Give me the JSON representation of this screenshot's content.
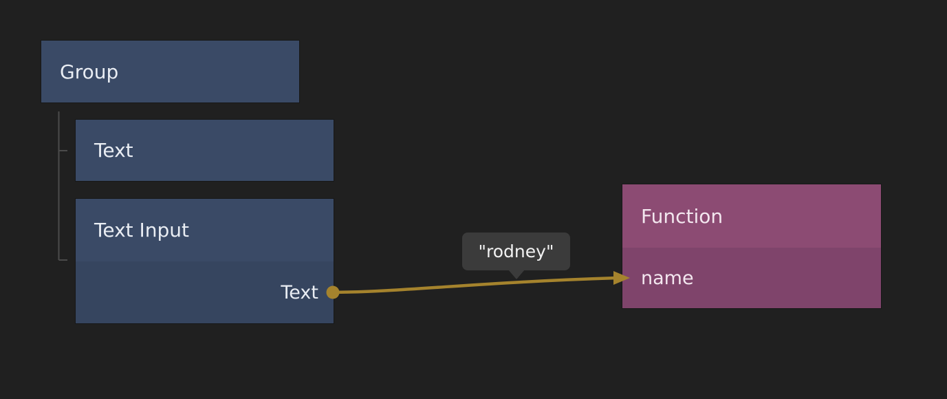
{
  "colors": {
    "background": "#202020",
    "node_blue_header": "#3a4a66",
    "node_blue_body": "#36455f",
    "node_purple_header": "#8c4b73",
    "node_purple_body": "#7f446b",
    "wire": "#a5832d",
    "tree_line": "#4b4b4b",
    "tooltip_bg": "#3b3b3b",
    "node_text": "#e9edf3",
    "purple_text": "#f3e7ef"
  },
  "nodes": {
    "group": {
      "title": "Group"
    },
    "text": {
      "title": "Text"
    },
    "text_input": {
      "title": "Text Input",
      "ports": {
        "output": "Text"
      }
    },
    "function": {
      "title": "Function",
      "ports": {
        "input": "name"
      }
    }
  },
  "connection": {
    "from_node": "Text Input",
    "from_port": "Text",
    "to_node": "Function",
    "to_port": "name",
    "tooltip_value": "\"rodney\""
  }
}
